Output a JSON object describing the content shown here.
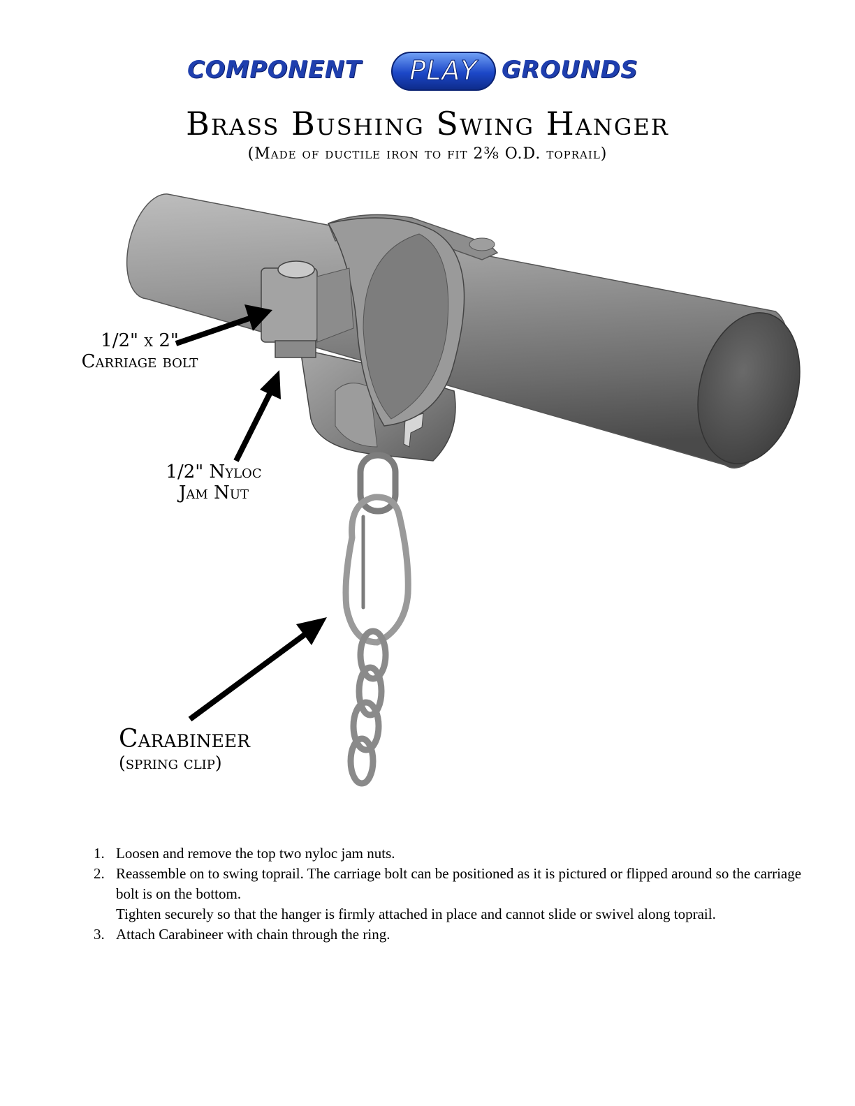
{
  "logo": {
    "left_word": "COMPONENT",
    "badge": "PLAY",
    "right_word": "GROUNDS",
    "colors": {
      "primary": "#1f3fae",
      "badge_light": "#6f9ff5",
      "badge_dark": "#0e2c8c"
    }
  },
  "title": "Brass Bushing Swing Hanger",
  "subtitle": "(Made of ductile iron to fit 2⅜ O.D. toprail)",
  "callouts": {
    "carriage_bolt": {
      "line1": "1/2\" x 2\"",
      "line2": "Carriage bolt"
    },
    "jam_nut": {
      "line1": "1/2\" Nyloc",
      "line2": "Jam Nut"
    },
    "carabineer": {
      "line1": "Carabineer",
      "line2": "(spring clip)"
    }
  },
  "instructions": [
    {
      "num": "1.",
      "text": "Loosen and remove the top two nyloc jam nuts."
    },
    {
      "num": "2.",
      "text": "Reassemble on to swing toprail.  The carriage bolt can be positioned as it is pictured or flipped around so the carriage bolt is on the bottom.",
      "text2": "Tighten securely so that the hanger is firmly attached in place and cannot slide or swivel along toprail."
    },
    {
      "num": "3.",
      "text": "Attach Carabineer with chain through the ring."
    }
  ]
}
